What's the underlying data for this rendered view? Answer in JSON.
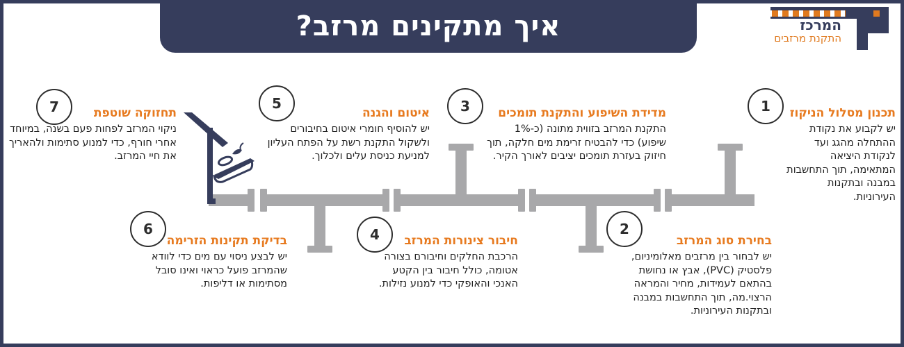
{
  "title": "איך מתקינים מרזב?",
  "logo": {
    "main": "המרכז",
    "sub": "התקנת מרזבים"
  },
  "steps": [
    {
      "number": "1",
      "title": "תכנון מסלול הניקוז",
      "text": "יש לקבוע את נקודת ההתחלה מהגג ועד לנקודת היציאה המתאימה, תוך התחשבות במבנה ובתקנות העירוניות."
    },
    {
      "number": "2",
      "title": "בחירת סוג המרזב",
      "text": "יש לבחור בין מרזבים מאלומיניום, פלסטיק (PVC), אבץ או נחושת בהתאם לעמידות, מחיר והמראה הרצוי.מה, תוך התחשבות במבנה ובתקנות העירוניות."
    },
    {
      "number": "3",
      "title": "מדידת השיפוע והתקנת תומכים",
      "text": "התקנת המרזב בזווית מתונה (כ-1% שיפוע) כדי להבטיח זרימת מים חלקה, תוך חיזוק בעזרת תומכים יציבים לאורך הקיר."
    },
    {
      "number": "4",
      "title": "חיבור צינורות המרזב",
      "text": "הרכבת החלקים וחיבורם בצורה אטומה, כולל חיבור בין הקטע האנכי והאופקי כדי למנוע נזילות."
    },
    {
      "number": "5",
      "title": "איטום והגנה",
      "text": "יש להוסיף חומרי איטום בחיבורים ולשקול התקנת רשת על הפתח העליון למניעת כניסת עלים ולכלוך."
    },
    {
      "number": "6",
      "title": "בדיקת תקינות הזרימה",
      "text": "יש לבצע ניסוי עם מים כדי לוודא שהמרזב פועל כראוי ואינו סובל מסתימות או דליפות."
    },
    {
      "number": "7",
      "title": "תחזוקה שוטפת",
      "text": "ניקוי המרזב לפחות פעם בשנה, במיוחד אחרי חורף, כדי למנוע סתימות ולהאריך את חיי המרזב."
    }
  ],
  "colors": {
    "navy": "#363d5c",
    "orange": "#e77a1f",
    "pipe": "#a8a8aa"
  }
}
